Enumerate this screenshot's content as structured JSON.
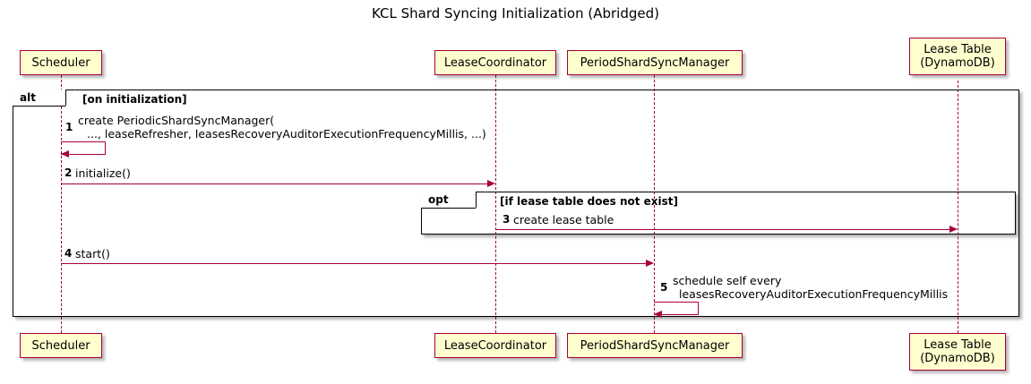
{
  "diagram": {
    "type": "uml-sequence-diagram",
    "title": "KCL Shard Syncing Initialization (Abridged)",
    "participants": [
      {
        "id": "scheduler",
        "label": "Scheduler",
        "label_line2": ""
      },
      {
        "id": "leasecoordinator",
        "label": "LeaseCoordinator",
        "label_line2": ""
      },
      {
        "id": "periodshardsyncmanager",
        "label": "PeriodShardSyncManager",
        "label_line2": ""
      },
      {
        "id": "leasetable",
        "label": "Lease Table",
        "label_line2": "(DynamoDB)"
      }
    ],
    "fragments": [
      {
        "id": "alt",
        "keyword": "alt",
        "guard": "[on initialization]"
      },
      {
        "id": "opt",
        "keyword": "opt",
        "guard": "[if lease table does not exist]"
      }
    ],
    "messages": [
      {
        "number": "1",
        "from": "scheduler",
        "to": "scheduler",
        "kind": "self",
        "text_line1": "create PeriodicShardSyncManager(",
        "text_line2": "..., leaseRefresher, leasesRecoveryAuditorExecutionFrequencyMillis, ...)"
      },
      {
        "number": "2",
        "from": "scheduler",
        "to": "leasecoordinator",
        "kind": "sync",
        "text_line1": "initialize()",
        "text_line2": ""
      },
      {
        "number": "3",
        "from": "leasecoordinator",
        "to": "leasetable",
        "kind": "sync",
        "text_line1": "create lease table",
        "text_line2": ""
      },
      {
        "number": "4",
        "from": "scheduler",
        "to": "periodshardsyncmanager",
        "kind": "sync",
        "text_line1": "start()",
        "text_line2": ""
      },
      {
        "number": "5",
        "from": "periodshardsyncmanager",
        "to": "periodshardsyncmanager",
        "kind": "self",
        "text_line1": "schedule self every",
        "text_line2": "leasesRecoveryAuditorExecutionFrequencyMillis"
      }
    ],
    "colors": {
      "participant_fill": "#FEFECE",
      "participant_border": "#A80036",
      "arrow": "#A80036",
      "frame_border": "#000000",
      "background": "#FFFFFF",
      "text": "#000000"
    }
  }
}
